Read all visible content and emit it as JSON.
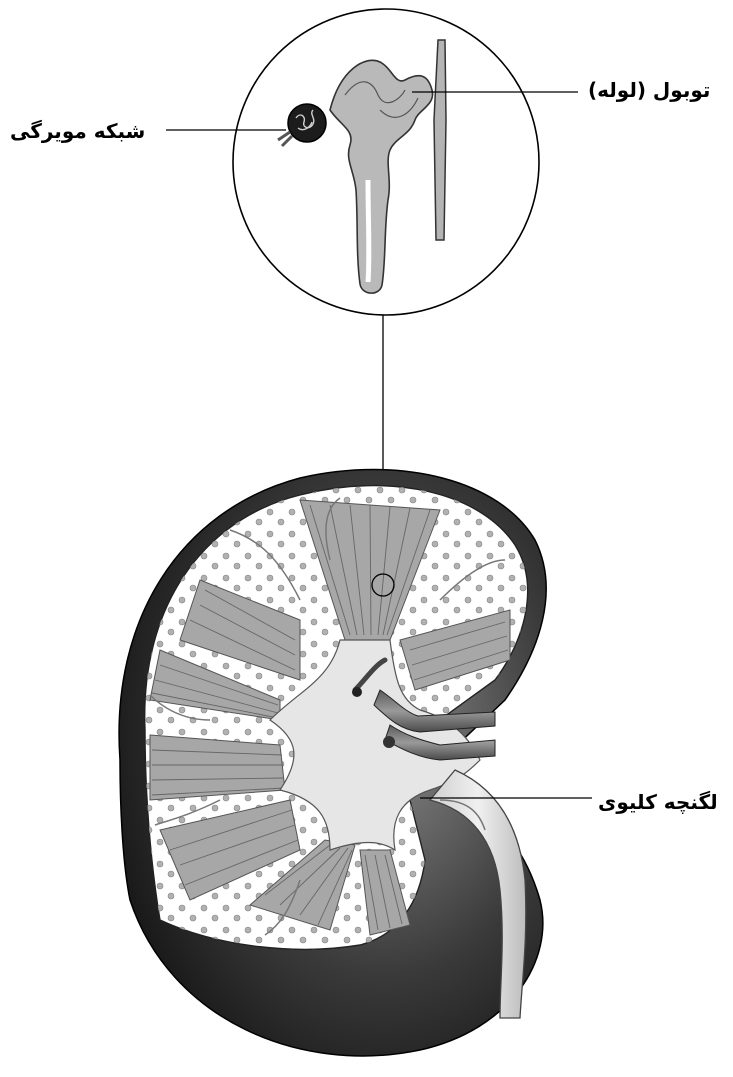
{
  "labels": {
    "tubule": "توبول (لوله)",
    "capillary_network": "شبکه مویرگی",
    "renal_pelvis": "لگنچه کلیوی"
  },
  "colors": {
    "ink": "#000000",
    "capsule_dark": "#1a1a1a",
    "tissue_gray": "#9a9a9a",
    "pelvis_light": "#e6e6e6",
    "background": "#ffffff"
  }
}
